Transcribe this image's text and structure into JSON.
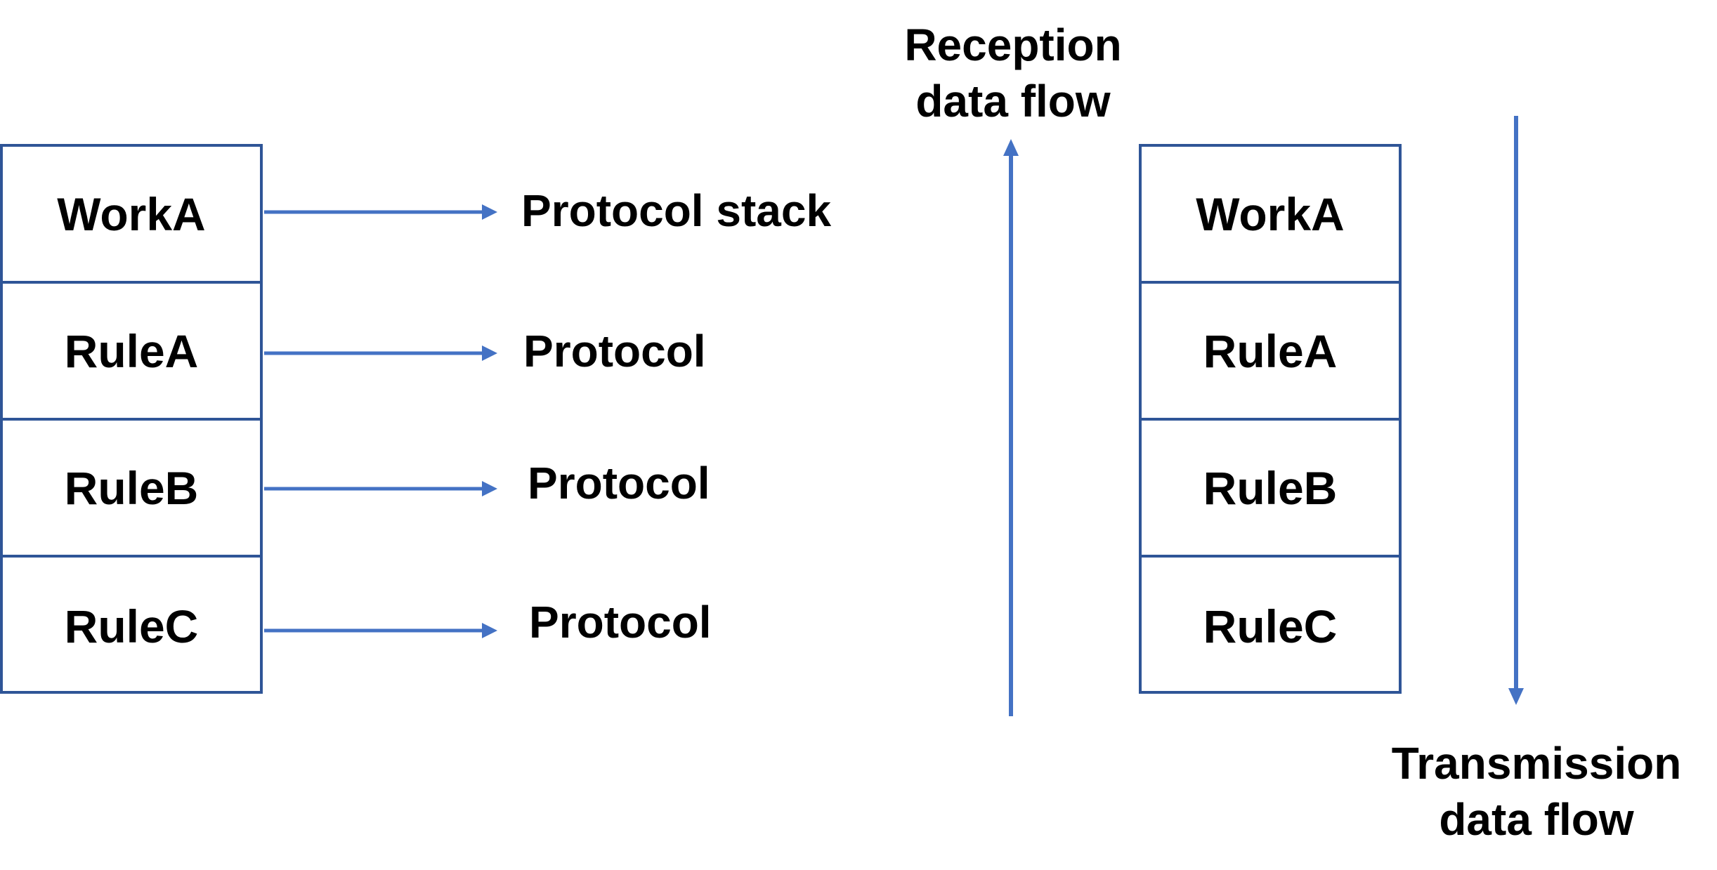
{
  "left_stack": {
    "layers": [
      "WorkA",
      "RuleA",
      "RuleB",
      "RuleC"
    ]
  },
  "right_stack": {
    "layers": [
      "WorkA",
      "RuleA",
      "RuleB",
      "RuleC"
    ]
  },
  "mapping_labels": [
    "Protocol stack",
    "Protocol",
    "Protocol",
    "Protocol"
  ],
  "reception_flow": {
    "line1": "Reception",
    "line2": "data flow"
  },
  "transmission_flow": {
    "line1": "Transmission",
    "line2": "data flow"
  },
  "colors": {
    "arrow": "#4472c4",
    "box_border": "#2f5597",
    "text": "#000000"
  }
}
